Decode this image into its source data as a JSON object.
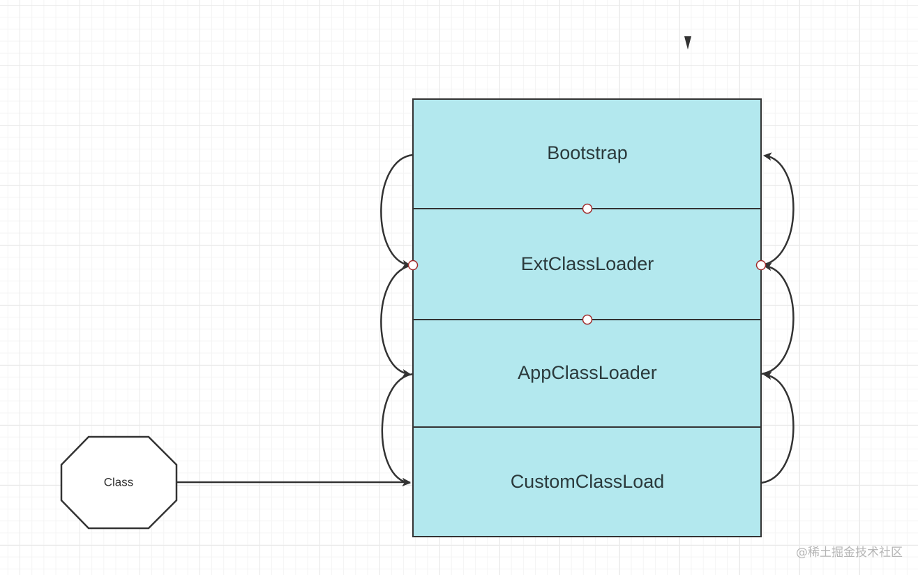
{
  "diagram": {
    "loaders": [
      {
        "label": "Bootstrap"
      },
      {
        "label": "ExtClassLoader"
      },
      {
        "label": "AppClassLoader"
      },
      {
        "label": "CustomClassLoad"
      }
    ],
    "class_node": {
      "label": "Class"
    },
    "watermark": "@稀土掘金技术社区",
    "colors": {
      "box_fill": "#b3e8ee",
      "stroke": "#333333",
      "connector_point": "#a02a2a"
    }
  }
}
